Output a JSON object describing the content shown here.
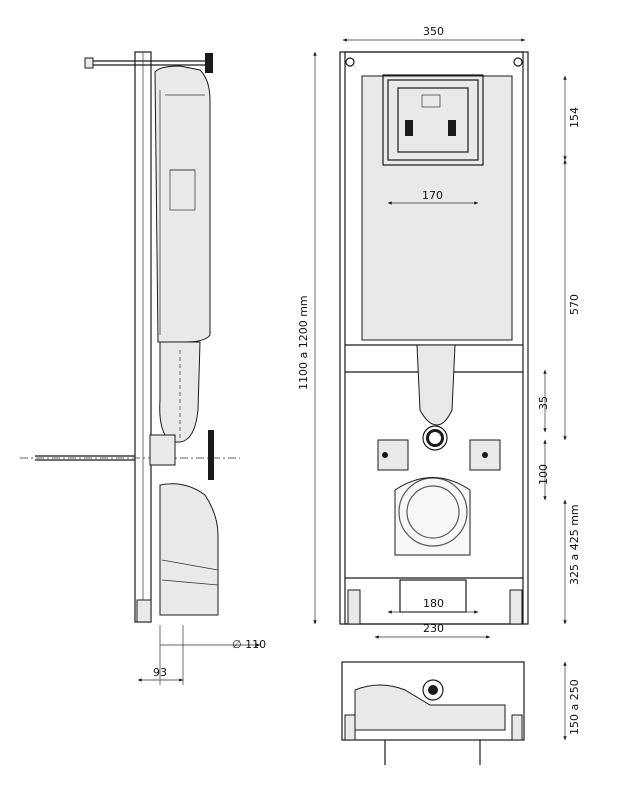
{
  "dimensions": {
    "frame_width": "350",
    "cistern_top_height": "154",
    "plate_width": "170",
    "total_height": "1100 a 1200 mm",
    "cistern_height": "570",
    "flush_offset": "35",
    "bracket_spacing": "100",
    "outlet_height": "325 a 425 mm",
    "base_inner_width": "180",
    "base_outer_width": "230",
    "pipe_diameter": "∅ 110",
    "side_depth": "93",
    "plan_depth": "150 a 250"
  },
  "colors": {
    "line": "#1a1a1a",
    "fill": "#e9e9e9",
    "background": "#ffffff"
  }
}
